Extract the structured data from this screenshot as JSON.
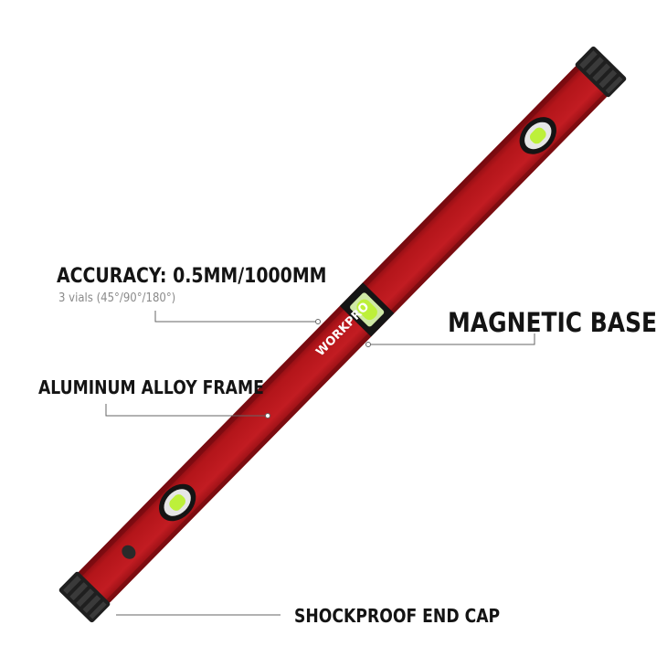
{
  "brand": "WORKPRO",
  "labels": {
    "accuracy": "ACCURACY: 0.5MM/1000MM",
    "vials": "3 vials (45°/90°/180°)",
    "magnetic": "MAGNETIC BASE",
    "frame": "ALUMINUM ALLOY FRAME",
    "endcap": "SHOCKPROOF END CAP"
  },
  "colors": {
    "body": "#b3151a",
    "body_dark": "#7e0b10",
    "cap": "#1f1f1f",
    "vial": "#bdf03a",
    "leader": "#666666"
  }
}
